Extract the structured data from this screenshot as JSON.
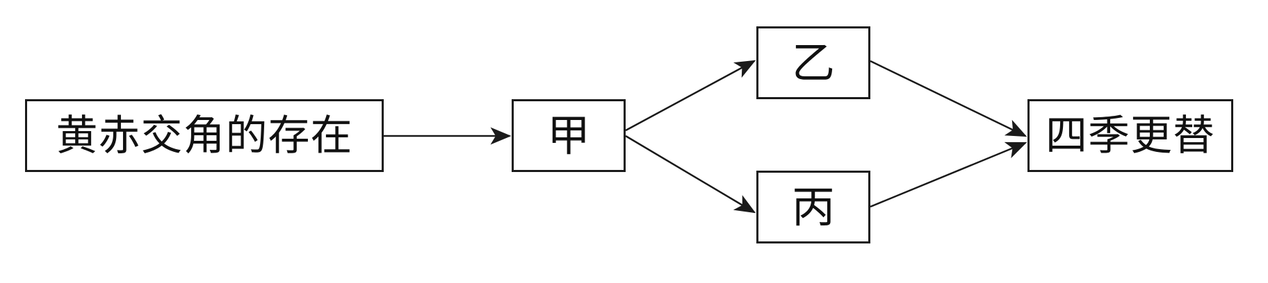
{
  "nodes": {
    "source": {
      "label": "黄赤交角的存在"
    },
    "jia": {
      "label": "甲"
    },
    "yi": {
      "label": "乙"
    },
    "bing": {
      "label": "丙"
    },
    "target": {
      "label": "四季更替"
    }
  },
  "edges": [
    {
      "from": "source",
      "to": "jia"
    },
    {
      "from": "jia",
      "to": "yi"
    },
    {
      "from": "jia",
      "to": "bing"
    },
    {
      "from": "yi",
      "to": "target"
    },
    {
      "from": "bing",
      "to": "target"
    }
  ],
  "colors": {
    "stroke": "#1a1a1a",
    "text": "#111111",
    "background": "#ffffff"
  }
}
